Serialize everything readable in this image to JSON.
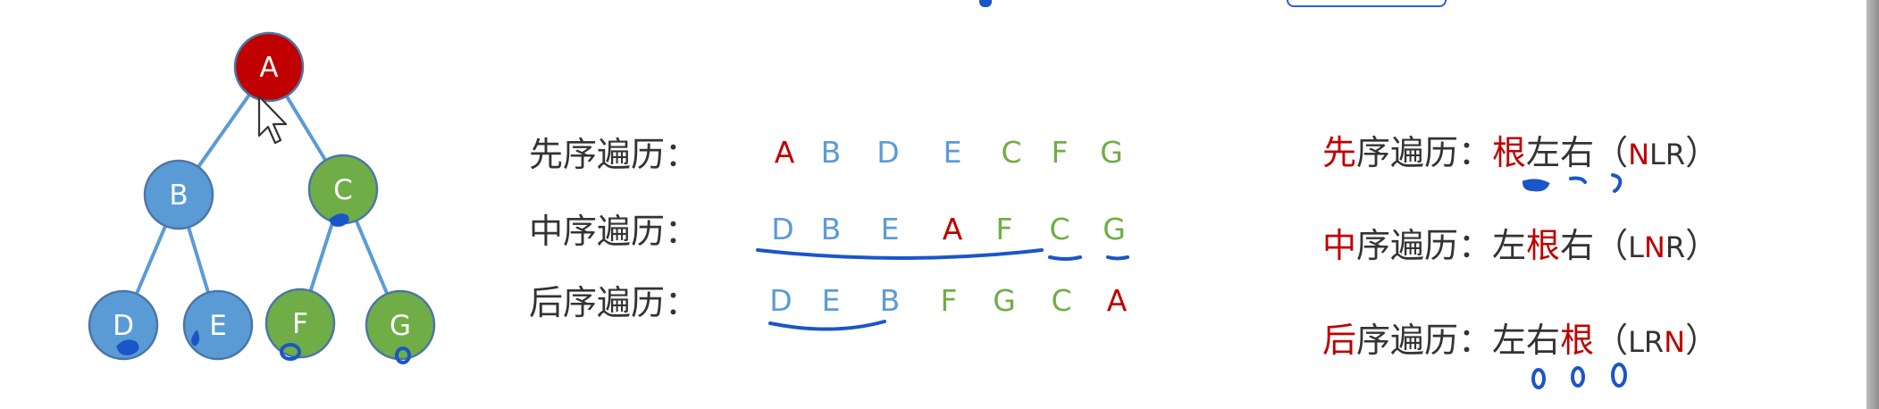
{
  "tree": {
    "nodes": [
      {
        "id": "A",
        "label": "A",
        "color": "#c00000"
      },
      {
        "id": "B",
        "label": "B",
        "color": "#5b9bd5"
      },
      {
        "id": "C",
        "label": "C",
        "color": "#70ad47"
      },
      {
        "id": "D",
        "label": "D",
        "color": "#5b9bd5"
      },
      {
        "id": "E",
        "label": "E",
        "color": "#5b9bd5"
      },
      {
        "id": "F",
        "label": "F",
        "color": "#70ad47"
      },
      {
        "id": "G",
        "label": "G",
        "color": "#70ad47"
      }
    ],
    "edges": [
      [
        "A",
        "B"
      ],
      [
        "A",
        "C"
      ],
      [
        "B",
        "D"
      ],
      [
        "B",
        "E"
      ],
      [
        "C",
        "F"
      ],
      [
        "C",
        "G"
      ]
    ],
    "edge_color": "#5b9bd5"
  },
  "traversals": [
    {
      "label": "先序遍历：",
      "sequence": [
        "A",
        "B",
        "D",
        "E",
        "C",
        "F",
        "G"
      ]
    },
    {
      "label": "中序遍历：",
      "sequence": [
        "D",
        "B",
        "E",
        "A",
        "F",
        "C",
        "G"
      ]
    },
    {
      "label": "后序遍历：",
      "sequence": [
        "D",
        "E",
        "B",
        "F",
        "G",
        "C",
        "A"
      ]
    }
  ],
  "rules": [
    {
      "name_highlight": "先",
      "name_rest": "序遍历：",
      "parts": [
        {
          "text": "根",
          "red": true
        },
        {
          "text": "左",
          "red": false
        },
        {
          "text": "右",
          "red": false
        }
      ],
      "abbr_open": "（",
      "abbr": [
        {
          "text": "N",
          "red": true
        },
        {
          "text": "LR",
          "red": false
        }
      ],
      "abbr_close": "）"
    },
    {
      "name_highlight": "中",
      "name_rest": "序遍历：",
      "parts": [
        {
          "text": "左",
          "red": false
        },
        {
          "text": "根",
          "red": true
        },
        {
          "text": "右",
          "red": false
        }
      ],
      "abbr_open": "（",
      "abbr": [
        {
          "text": "L",
          "red": false
        },
        {
          "text": "N",
          "red": true
        },
        {
          "text": "R",
          "red": false
        }
      ],
      "abbr_close": "）"
    },
    {
      "name_highlight": "后",
      "name_rest": "序遍历：",
      "parts": [
        {
          "text": "左",
          "red": false
        },
        {
          "text": "右",
          "red": false
        },
        {
          "text": "根",
          "red": true
        }
      ],
      "abbr_open": "（",
      "abbr": [
        {
          "text": "LR",
          "red": false
        },
        {
          "text": "N",
          "red": true
        }
      ],
      "abbr_close": "）"
    }
  ],
  "colors": {
    "red": "#c00000",
    "blue": "#5b9bd5",
    "green": "#70ad47",
    "text": "#333333",
    "ink": "#1a56c8"
  },
  "icons": {
    "cursor": "mouse-pointer-icon"
  }
}
